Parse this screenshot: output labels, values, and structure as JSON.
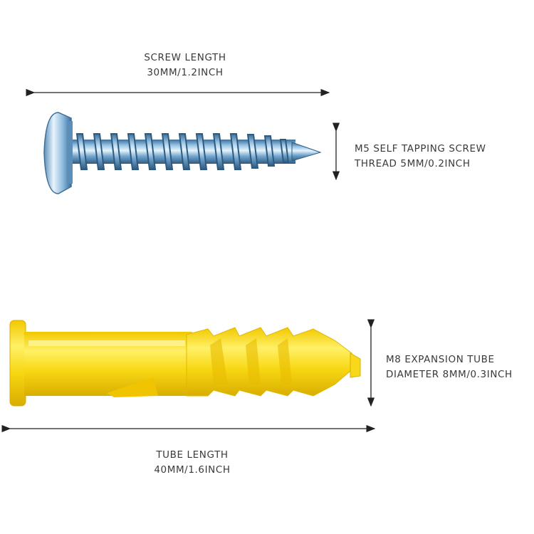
{
  "screw": {
    "length_label": "SCREW LENGTH",
    "length_value": "30MM/1.2INCH",
    "thread_label": "M5 SELF TAPPING SCREW",
    "thread_value": "THREAD 5MM/0.2INCH",
    "colors": {
      "metal": "#6fa3cc",
      "metal_light": "#dfeefa",
      "metal_dark": "#3e6f98"
    }
  },
  "tube": {
    "diameter_label": "M8 EXPANSION TUBE",
    "diameter_value": "DIAMETER 8MM/0.3INCH",
    "length_label": "TUBE LENGTH",
    "length_value": "40MM/1.6INCH",
    "colors": {
      "body": "#f7d81b",
      "shade": "#e0b800",
      "highlight": "#fff27a"
    }
  }
}
